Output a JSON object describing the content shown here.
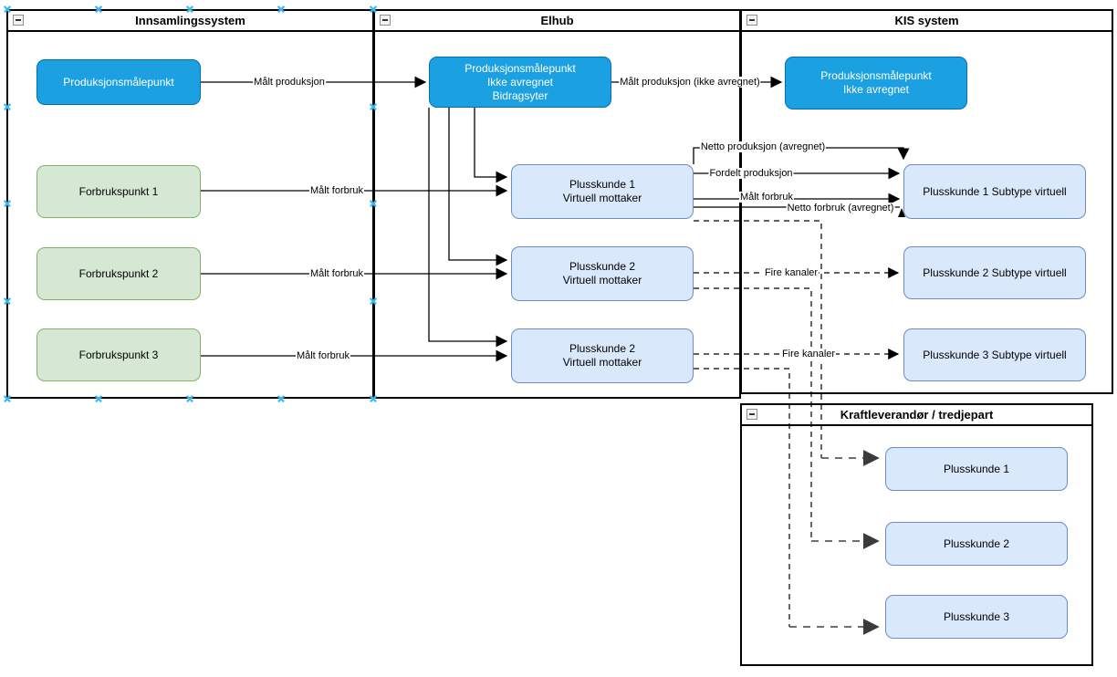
{
  "diagram": {
    "containers": {
      "innsamlingssystem": {
        "title": "Innsamlingssystem"
      },
      "elhub": {
        "title": "Elhub"
      },
      "kis": {
        "title": "KIS system"
      },
      "kraftleverandor": {
        "title": "Kraftleverandør / tredjepart"
      }
    },
    "nodes": {
      "prod_innsamling": {
        "lines": [
          "Produksjonsmålepunkt"
        ]
      },
      "forbrukspunkt_1": {
        "lines": [
          "Forbrukspunkt 1"
        ]
      },
      "forbrukspunkt_2": {
        "lines": [
          "Forbrukspunkt 2"
        ]
      },
      "forbrukspunkt_3": {
        "lines": [
          "Forbrukspunkt 3"
        ]
      },
      "prod_elhub": {
        "lines": [
          "Produksjonsmålepunkt",
          "Ikke avregnet",
          "Bidragsyter"
        ]
      },
      "plusskunde_1_elhub": {
        "lines": [
          "Plusskunde 1",
          "Virtuell mottaker"
        ]
      },
      "plusskunde_2_elhub": {
        "lines": [
          "Plusskunde 2",
          "Virtuell mottaker"
        ]
      },
      "plusskunde_3_elhub": {
        "lines": [
          "Plusskunde 2",
          "Virtuell mottaker"
        ]
      },
      "prod_kis": {
        "lines": [
          "Produksjonsmålepunkt",
          "Ikke avregnet"
        ]
      },
      "subtype_1": {
        "lines": [
          "Plusskunde 1 Subtype virtuell"
        ]
      },
      "subtype_2": {
        "lines": [
          "Plusskunde 2 Subtype virtuell"
        ]
      },
      "subtype_3": {
        "lines": [
          "Plusskunde 3 Subtype virtuell"
        ]
      },
      "plusskunde_1_kraft": {
        "lines": [
          "Plusskunde 1"
        ]
      },
      "plusskunde_2_kraft": {
        "lines": [
          "Plusskunde 2"
        ]
      },
      "plusskunde_3_kraft": {
        "lines": [
          "Plusskunde 3"
        ]
      }
    },
    "edge_labels": {
      "malt_produksjon": "Målt produksjon",
      "malt_produksjon_ikke_avregnet": "Målt produksjon (ikke avregnet)",
      "malt_forbruk_1": "Målt forbruk",
      "malt_forbruk_2": "Målt forbruk",
      "malt_forbruk_3": "Målt forbruk",
      "netto_produksjon_avregnet": "Netto produksjon (avregnet)",
      "fordelt_produksjon": "Fordelt produksjon",
      "malt_forbruk_kis": "Målt forbruk",
      "netto_forbruk_avregnet": "Netto forbruk (avregnet)",
      "fire_kanaler_1": "Fire kanaler",
      "fire_kanaler_2": "Fire kanaler"
    },
    "icons": {
      "collapse-icon": "minus-square",
      "connection-point-icon": "cyan-x"
    },
    "colors": {
      "node_blue_fill": "#1ba1e2",
      "node_blue_border": "#006eaf",
      "node_green_fill": "#d5e8d4",
      "node_green_border": "#82b366",
      "node_lightblue_fill": "#dae8fc",
      "node_lightblue_border": "#6c8ebf",
      "container_border": "#000000",
      "connection_point": "#29b6f2",
      "dashed_gray": "#595959"
    }
  }
}
